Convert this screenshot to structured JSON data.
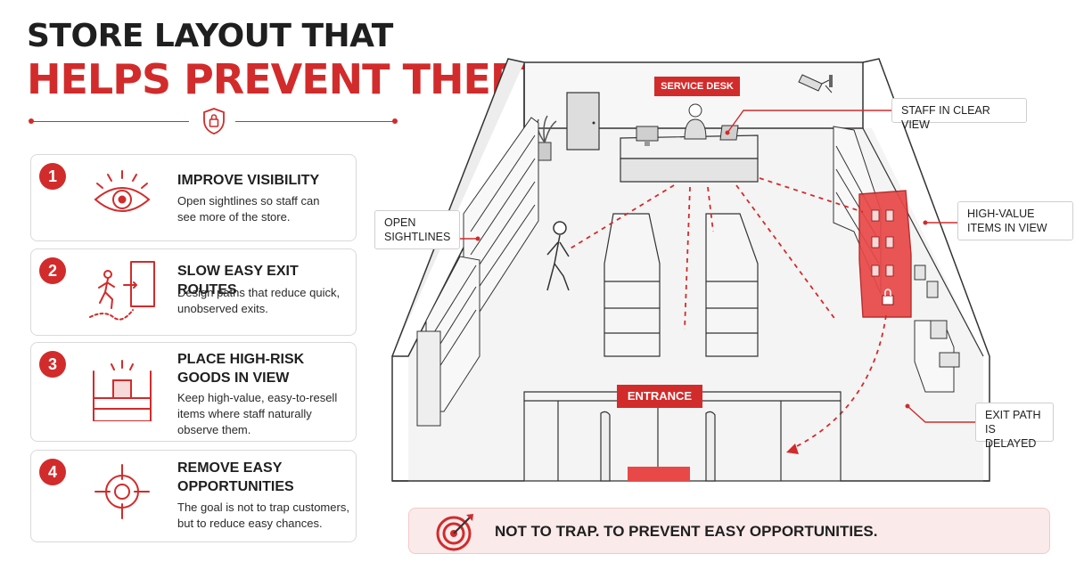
{
  "header": {
    "title_line1": "STORE LAYOUT THAT",
    "title_line2": "HELPS PREVENT THEFT",
    "divider_icon": "shield-lock-icon"
  },
  "steps": [
    {
      "number": "1",
      "title": "IMPROVE VISIBILITY",
      "description": "Open sightlines so staff can see more of the store.",
      "icon": "eye-icon"
    },
    {
      "number": "2",
      "title": "SLOW EASY EXIT ROUTES",
      "description": "Design paths that reduce quick, unobserved exits.",
      "icon": "walking-exit-icon"
    },
    {
      "number": "3",
      "title": "PLACE HIGH-RISK GOODS IN VIEW",
      "description": "Keep high-value, easy-to-resell items where staff naturally observe them.",
      "icon": "shelf-box-icon"
    },
    {
      "number": "4",
      "title": "REMOVE EASY OPPORTUNITIES",
      "description": "The goal is not to trap customers, but to reduce easy chances.",
      "icon": "target-crosshair-icon"
    }
  ],
  "diagram": {
    "service_desk_label": "SERVICE DESK",
    "entrance_label": "ENTRANCE",
    "callouts": {
      "staff": "STAFF IN CLEAR VIEW",
      "sightlines": "OPEN SIGHTLINES",
      "high_value": "HIGH-VALUE ITEMS IN VIEW",
      "exit_path": "EXIT PATH IS DELAYED"
    },
    "accent_color": "#d22b2b",
    "icons": [
      "security-camera-icon",
      "lock-icon",
      "walking-person-icon",
      "staff-person-icon"
    ]
  },
  "banner": {
    "text": "NOT TO TRAP. TO PREVENT EASY OPPORTUNITIES.",
    "icon": "bullseye-arrow-icon"
  }
}
